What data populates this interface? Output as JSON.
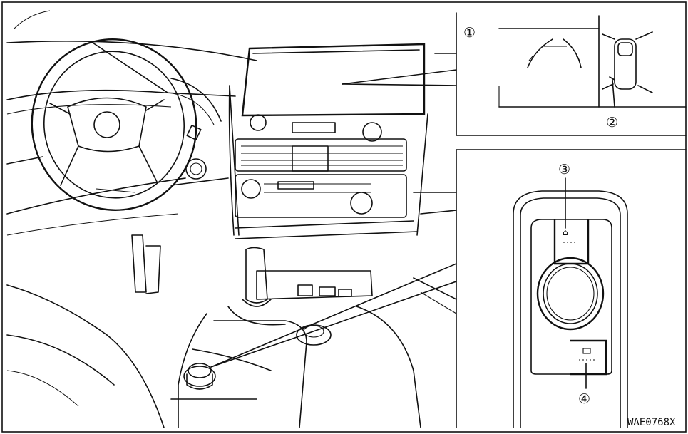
{
  "figure_code": "WAE0768X",
  "callouts": [
    {
      "id": "1",
      "label": "①"
    },
    {
      "id": "2",
      "label": "②"
    },
    {
      "id": "3",
      "label": "③"
    },
    {
      "id": "4",
      "label": "④"
    }
  ],
  "icons": {
    "camera_button": "camera-view-icon",
    "home_button": "home-icon"
  }
}
